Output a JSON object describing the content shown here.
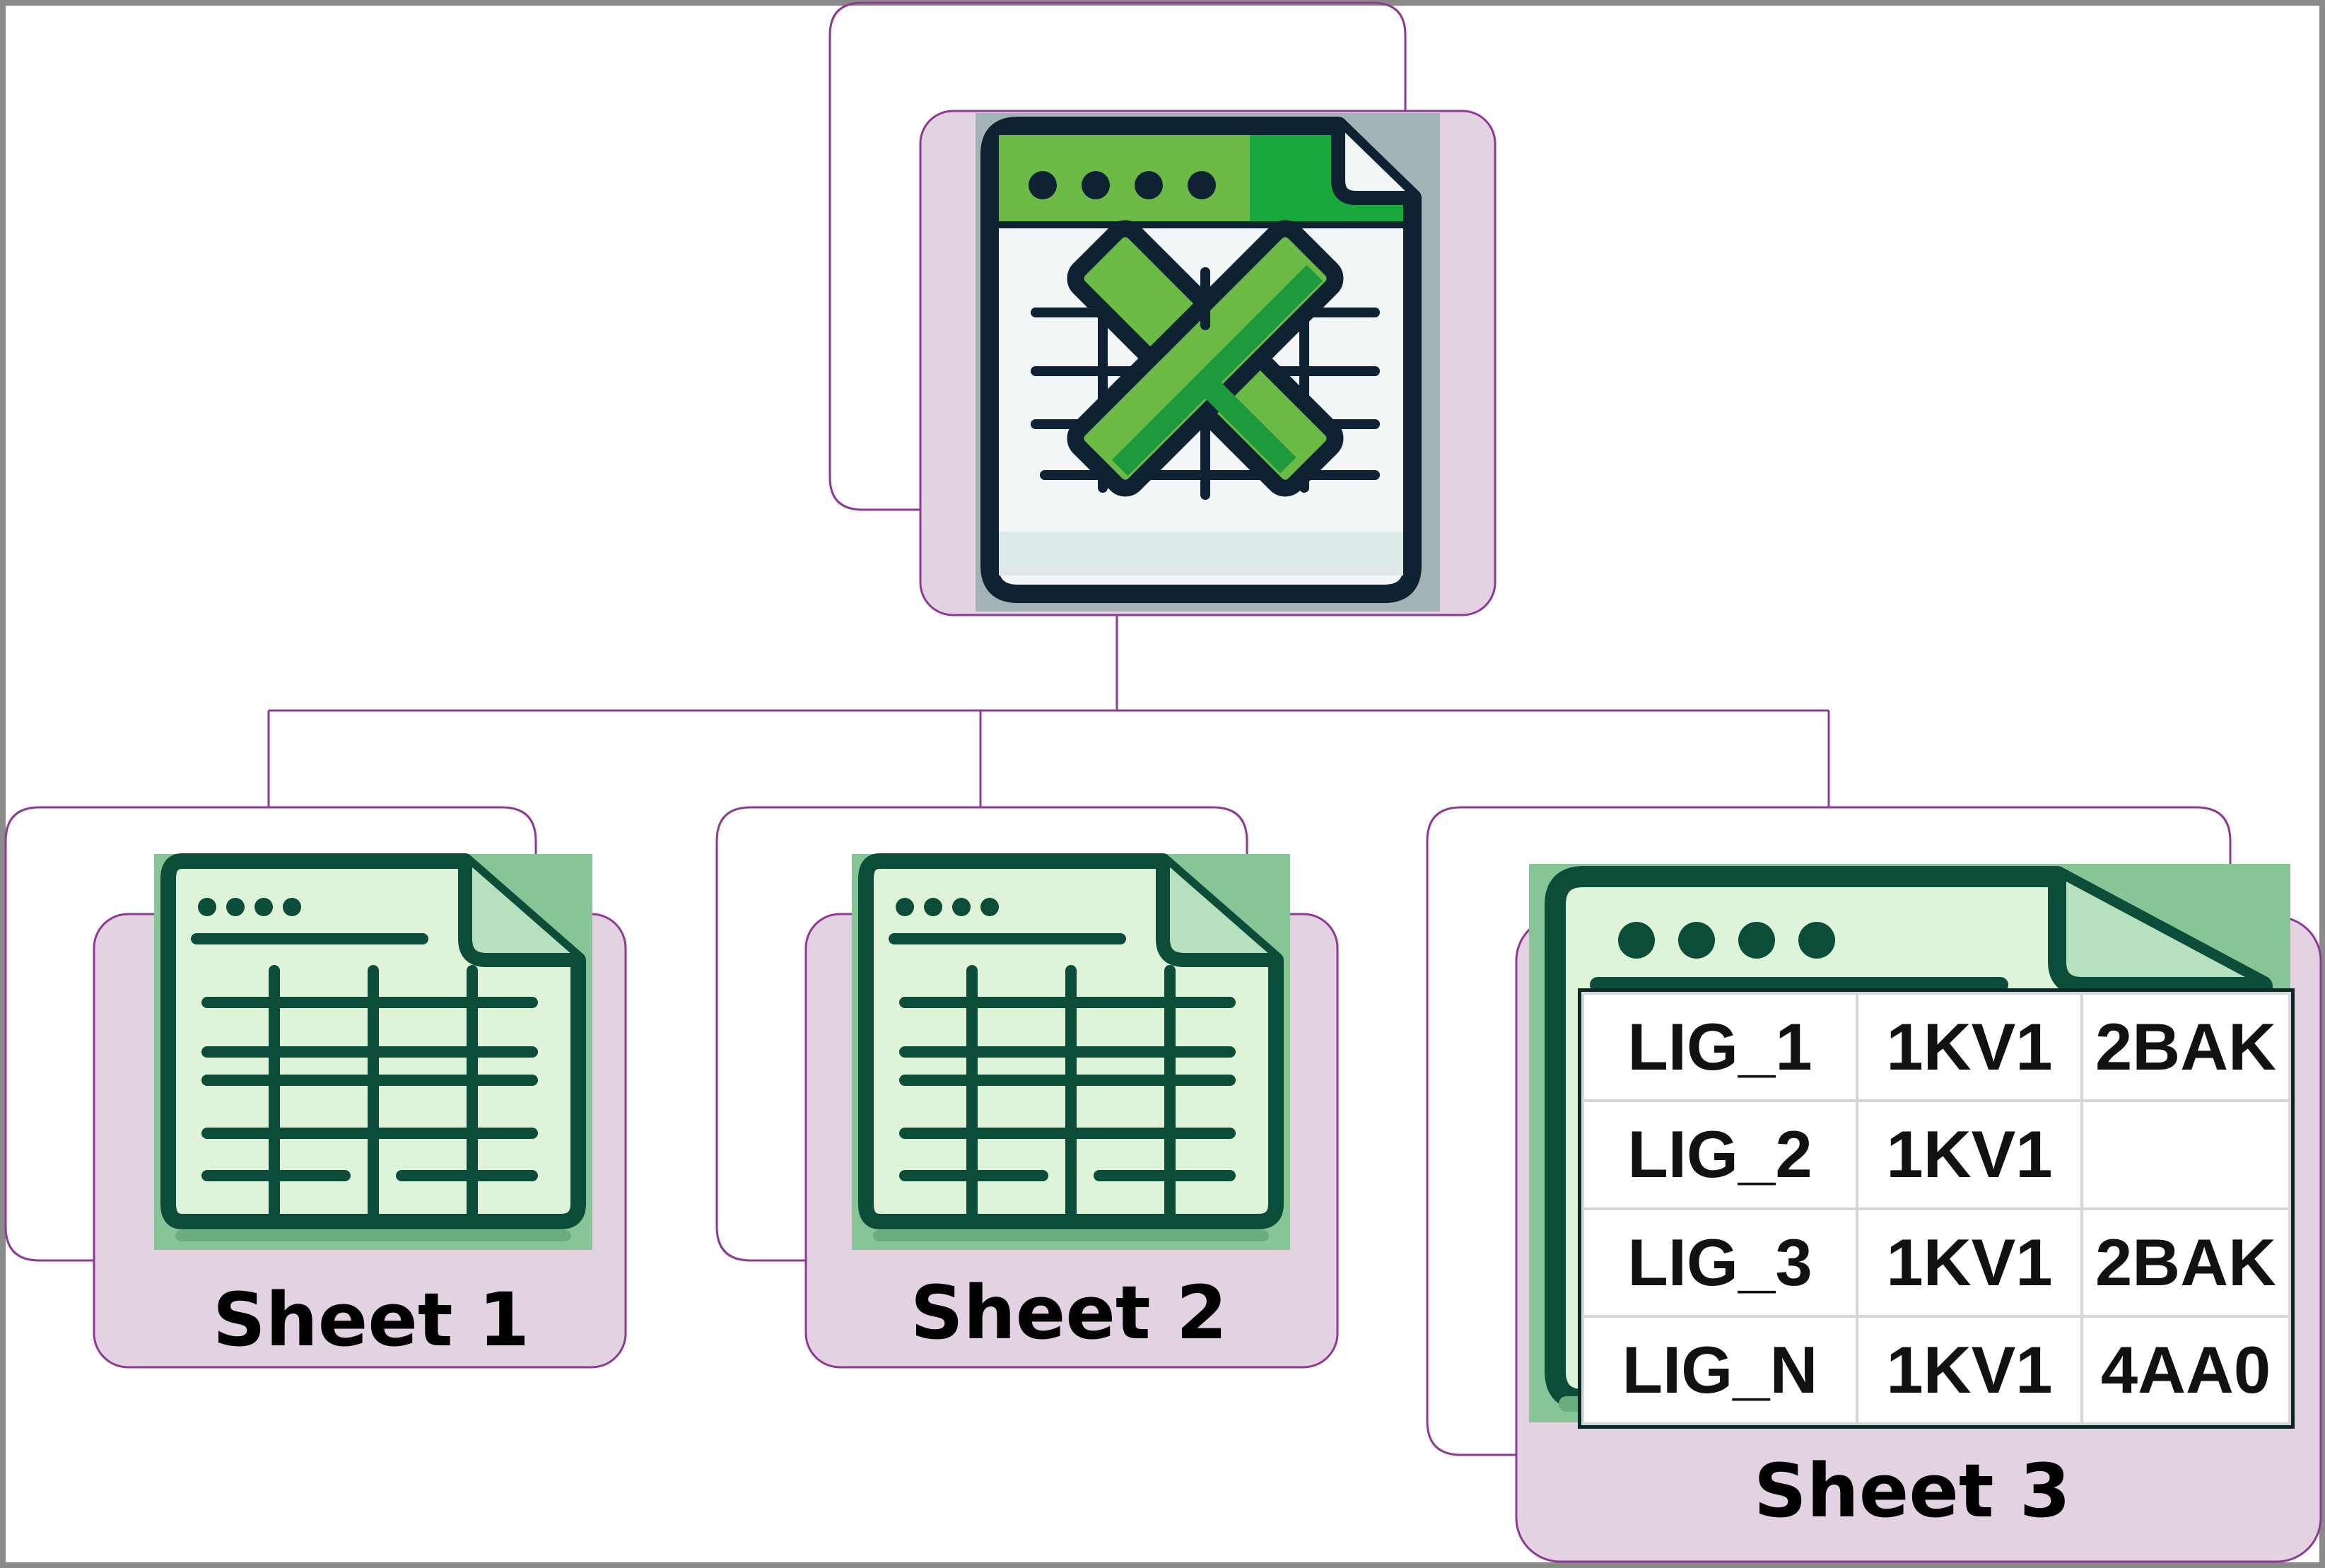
{
  "colors": {
    "connector": "#8e3a92",
    "node_fill": "#e2d2e2",
    "excel_green": "#6cbb47",
    "excel_dark_green": "#1e9a3e",
    "icon_outline": "#0f2233",
    "sheet_green_bg": "#88c596",
    "sheet_light_green": "#dff3d8",
    "sheet_dark_green": "#0b4d38"
  },
  "root": {
    "icon": "excel-file-icon"
  },
  "sheets": [
    {
      "label": "Sheet 1",
      "icon": "spreadsheet-icon"
    },
    {
      "label": "Sheet 2",
      "icon": "spreadsheet-icon"
    },
    {
      "label": "Sheet 3",
      "icon": "spreadsheet-icon"
    }
  ],
  "sheet3_table": {
    "rows": [
      [
        "LIG_1",
        "1KV1",
        "2BAK"
      ],
      [
        "LIG_2",
        "1KV1",
        ""
      ],
      [
        "LIG_3",
        "1KV1",
        "2BAK"
      ],
      [
        "LIG_N",
        "1KV1",
        "4AA0"
      ]
    ]
  }
}
